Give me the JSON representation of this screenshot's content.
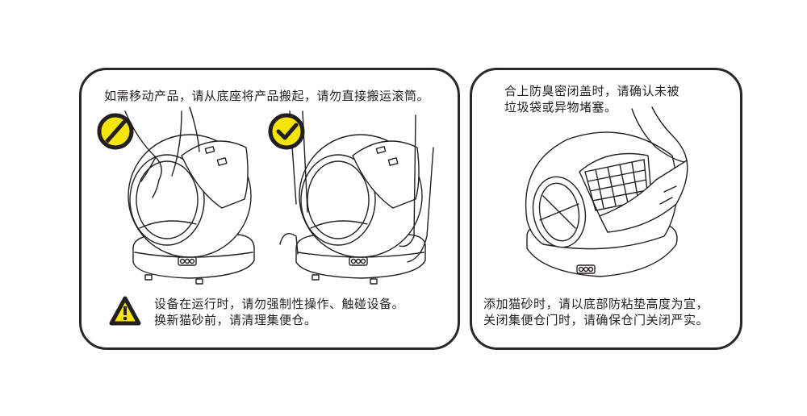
{
  "left_panel": {
    "instruction": "如需移动产品，请从底座将产品搬起，请勿直接搬运滚筒。",
    "wrong_example": {
      "icon": "prohibited-icon",
      "color": "#f5e50a"
    },
    "right_example": {
      "icon": "checkmark-icon",
      "color": "#f5e50a"
    },
    "warning": {
      "icon": "warning-triangle-icon",
      "line1": "设备在运行时，请勿强制性操作、触碰设备。",
      "line2": "换新猫砂前，请清理集便仓。"
    }
  },
  "right_panel": {
    "instruction_line1": "合上防臭密闭盖时，请确认未被",
    "instruction_line2": "垃圾袋或异物堵塞。",
    "note_line1": "添加猫砂时，请以底部防粘垫高度为宜，",
    "note_line2": "关闭集便仓门时，请确保仓门关闭严实。"
  },
  "colors": {
    "accent_yellow": "#f5e50a",
    "outline": "#2b2627"
  }
}
